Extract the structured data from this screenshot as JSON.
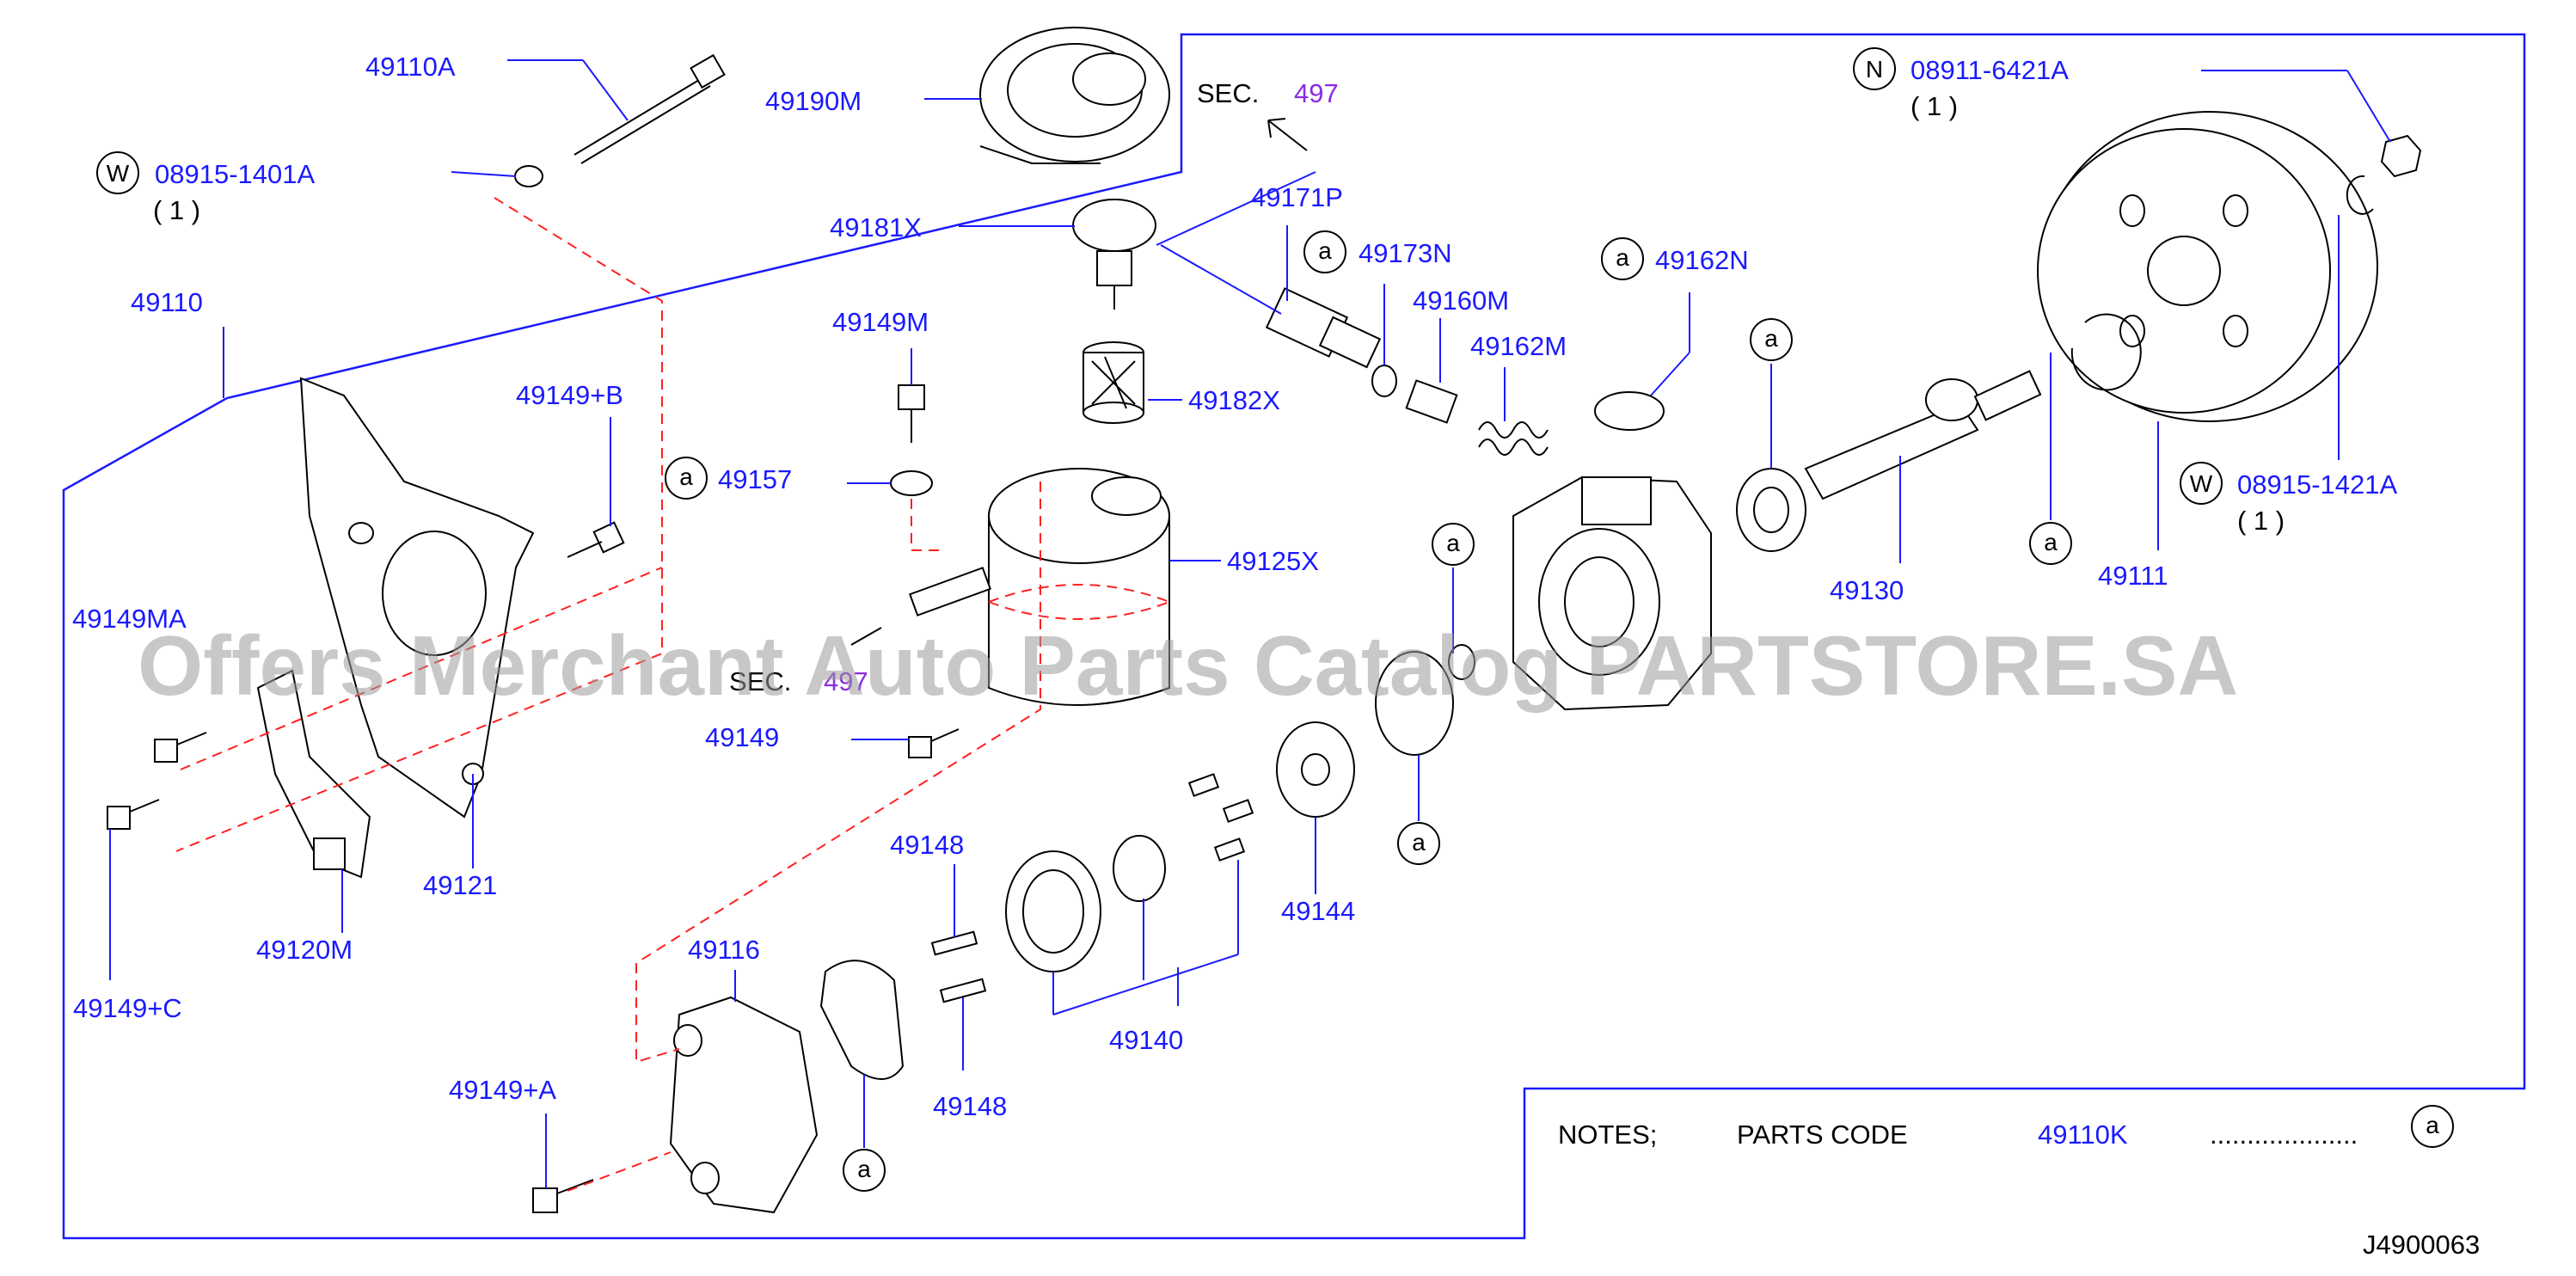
{
  "labels": {
    "p49110A": "49110A",
    "p49190M": "49190M",
    "sec_top": "SEC.",
    "sec_top_num": "497",
    "w_left_code": "08915-1401A",
    "w_left_qty": "( 1 )",
    "p49181X": "49181X",
    "p49171P": "49171P",
    "p49173N": "49173N",
    "p49160M": "49160M",
    "p49162M": "49162M",
    "p49162N": "49162N",
    "n_code": "08911-6421A",
    "n_qty": "( 1 )",
    "p49110": "49110",
    "p49149M": "49149M",
    "p49149B": "49149+B",
    "p49182X": "49182X",
    "p49157": "49157",
    "p49125X": "49125X",
    "p49130": "49130",
    "p49111": "49111",
    "w_right_code": "08915-1421A",
    "w_right_qty": "( 1 )",
    "p49149MA": "49149MA",
    "sec_mid": "SEC.",
    "sec_mid_num": "497",
    "p49149": "49149",
    "p49121": "49121",
    "p49120M": "49120M",
    "p49148a": "49148",
    "p49144": "49144",
    "p49149C": "49149+C",
    "p49116": "49116",
    "p49140": "49140",
    "p49148b": "49148",
    "p49149A": "49149+A",
    "notes": "NOTES;",
    "parts_code": "PARTS  CODE",
    "code_value": "49110K",
    "dots": "....................",
    "diagram_id": "J4900063"
  },
  "markers": {
    "a": "a",
    "w": "W",
    "n": "N"
  },
  "watermark": "Offers Merchant Auto Parts Catalog PARTSTORE.SA",
  "colors": {
    "part_number": "#1a1aff",
    "section_number": "#8a2be2",
    "dashed_line": "#ff2020",
    "frame": "#1a1aff"
  }
}
